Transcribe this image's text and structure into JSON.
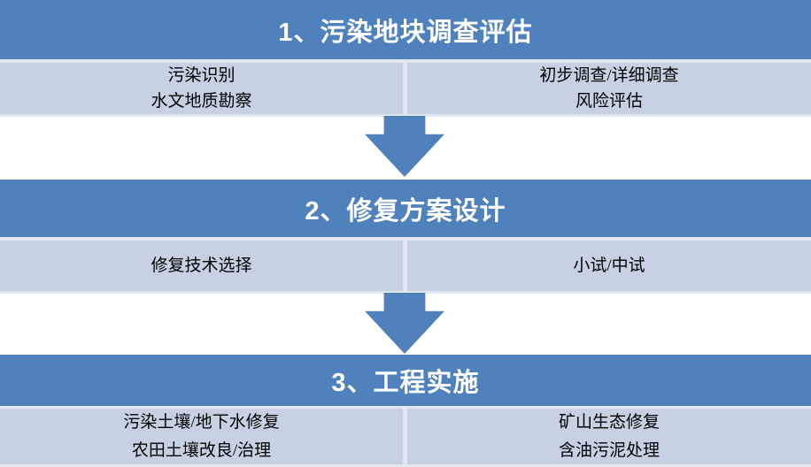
{
  "colors": {
    "header_bg": "#4F81BD",
    "header_text": "#FFFFFF",
    "cell_bg": "#C6D2E4",
    "cell_text": "#000000",
    "gap": "#E2E7F1",
    "arrow": "#4F81BD",
    "background": "#FFFFFF"
  },
  "sections": [
    {
      "title": "1、污染地块调查评估",
      "left_items": [
        "污染识别",
        "水文地质勘察"
      ],
      "right_items": [
        "初步调查/详细调查",
        "风险评估"
      ]
    },
    {
      "title": "2、修复方案设计",
      "left_items": [
        "修复技术选择"
      ],
      "right_items": [
        "小试/中试"
      ]
    },
    {
      "title": "3、工程实施",
      "left_items": [
        "污染土壤/地下水修复",
        "农田土壤改良/治理"
      ],
      "right_items": [
        "矿山生态修复",
        "含油污泥处理"
      ]
    }
  ],
  "arrows": [
    "down-block-arrow",
    "down-block-arrow"
  ]
}
